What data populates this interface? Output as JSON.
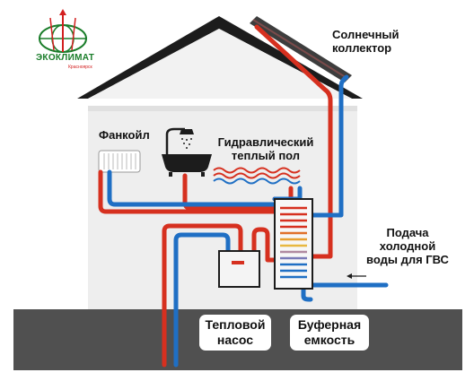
{
  "logo": {
    "name": "ЭКОКЛИМАТ",
    "subtitle": "Красноярск"
  },
  "labels": {
    "solar_collector": [
      "Солнечный",
      "коллектор"
    ],
    "fancoil": "Фанкойл",
    "floor_heating": [
      "Гидравлический",
      "теплый пол"
    ],
    "cold_water_supply": [
      "Подача",
      "холодной",
      "воды для ГВС"
    ],
    "heat_pump": [
      "Тепловой",
      "насос"
    ],
    "buffer_tank": [
      "Буферная",
      "емкость"
    ]
  },
  "colors": {
    "hot_pipe": "#d6301f",
    "cold_pipe": "#1f6fc4",
    "roof": "#1c1c1c",
    "ground": "#505050",
    "wall": "#eeeeee",
    "logo_green": "#1a7d2a",
    "logo_red": "#d32020"
  }
}
